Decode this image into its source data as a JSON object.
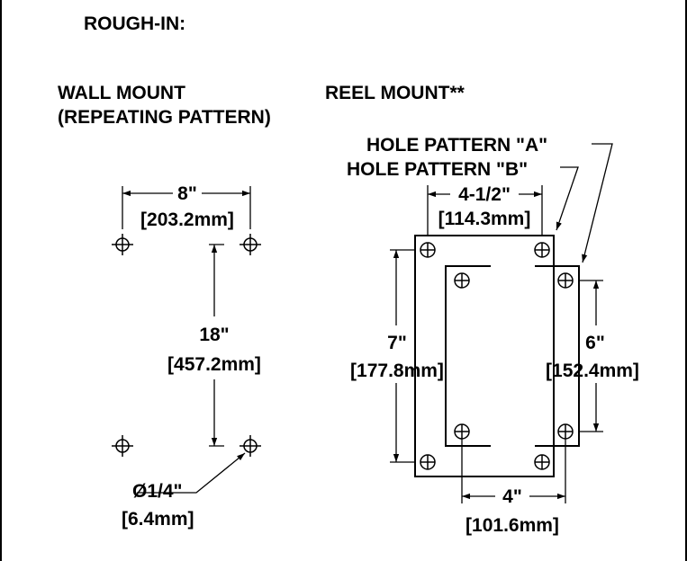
{
  "title": "ROUGH-IN:",
  "wall_mount": {
    "heading_line1": "WALL MOUNT",
    "heading_line2": "(REPEATING PATTERN)",
    "width_in": "8\"",
    "width_mm": "[203.2mm]",
    "height_in": "18\"",
    "height_mm": "[457.2mm]",
    "hole_dia_in": "Ø1/4\"",
    "hole_dia_mm": "[6.4mm]"
  },
  "reel_mount": {
    "heading": "REEL MOUNT**",
    "pattern_a_label": "HOLE PATTERN \"A\"",
    "pattern_b_label": "HOLE PATTERN \"B\"",
    "top_width_in": "4-1/2\"",
    "top_width_mm": "[114.3mm]",
    "left_height_in": "7\"",
    "left_height_mm": "[177.8mm]",
    "right_height_in": "6\"",
    "right_height_mm": "[152.4mm]",
    "bottom_width_in": "4\"",
    "bottom_width_mm": "[101.6mm]"
  },
  "colors": {
    "line": "#000000",
    "background": "#ffffff"
  }
}
